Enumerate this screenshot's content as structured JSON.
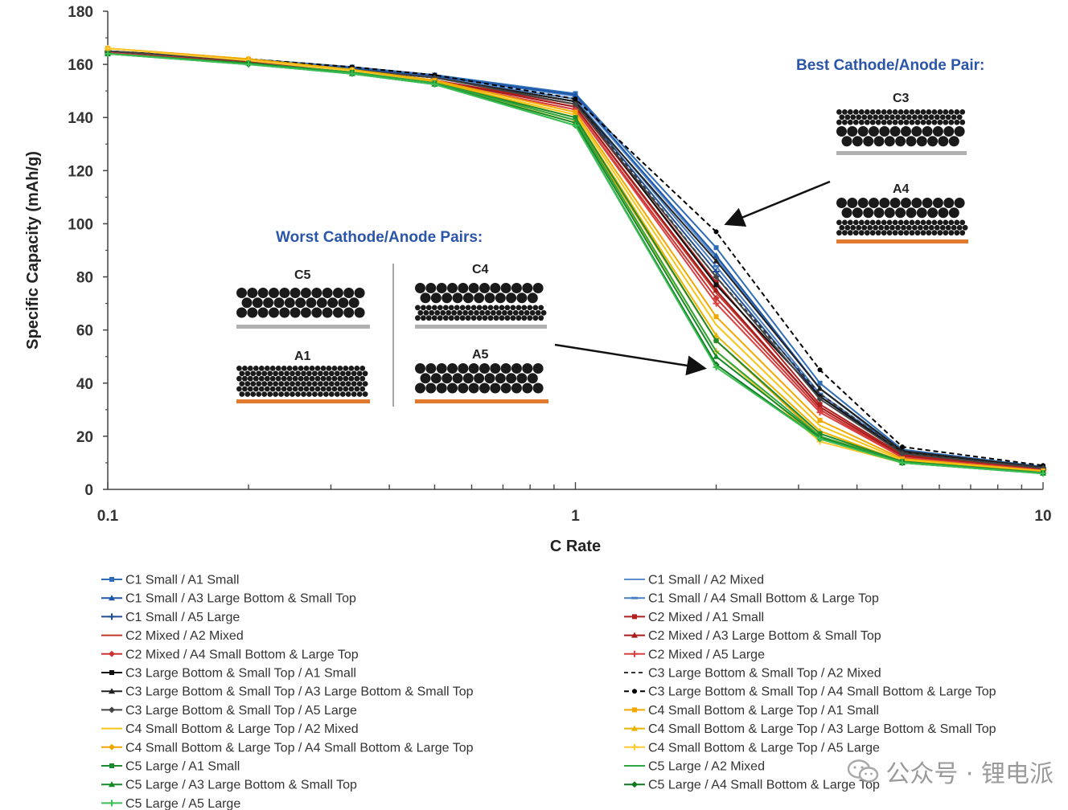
{
  "chart_data": {
    "type": "line",
    "xscale": "log",
    "xlim": [
      0.1,
      10
    ],
    "ylim": [
      0,
      180
    ],
    "xlabel": "C Rate",
    "ylabel": "Specific Capacity (mAh/g)",
    "xticks": [
      "0.1",
      "1",
      "10"
    ],
    "yticks": [
      "0",
      "20",
      "40",
      "60",
      "80",
      "100",
      "120",
      "140",
      "160",
      "180"
    ],
    "x": [
      0.1,
      0.2,
      0.333,
      0.5,
      1,
      2,
      3.333,
      5,
      10
    ],
    "series": [
      {
        "name": "C1 Small / A1 Small",
        "color": "#2e6db5",
        "dash": "",
        "marker": "square",
        "values": [
          165,
          162,
          159,
          156,
          149,
          91,
          40,
          15,
          8.5
        ]
      },
      {
        "name": "C1 Small / A2 Mixed",
        "color": "#5b8fd0",
        "dash": "",
        "marker": "none",
        "values": [
          165,
          162,
          158.5,
          155.5,
          148,
          87,
          38,
          14.5,
          8.2
        ]
      },
      {
        "name": "C1 Small / A3 Large Bottom & Small Top",
        "color": "#1f57a8",
        "dash": "",
        "marker": "triangle",
        "values": [
          165,
          161.5,
          158.5,
          155.5,
          148.5,
          88,
          38,
          14,
          8
        ]
      },
      {
        "name": "C1 Small / A4 Small Bottom & Large Top",
        "color": "#4a7fc6",
        "dash": "",
        "marker": "dash",
        "values": [
          165,
          161,
          158,
          155,
          147,
          84,
          36,
          14,
          8
        ]
      },
      {
        "name": "C1 Small / A5 Large",
        "color": "#1f4e95",
        "dash": "",
        "marker": "plus",
        "values": [
          164.5,
          161,
          158,
          155,
          146,
          82,
          35,
          13.5,
          8
        ]
      },
      {
        "name": "C2 Mixed / A1 Small",
        "color": "#b21f1f",
        "dash": "",
        "marker": "square",
        "values": [
          164.5,
          161,
          157.5,
          154,
          145,
          78,
          32,
          13,
          7.5
        ]
      },
      {
        "name": "C2 Mixed / A2 Mixed",
        "color": "#c0392b",
        "dash": "",
        "marker": "none",
        "values": [
          164.5,
          161,
          157.5,
          154,
          144,
          74,
          31,
          12.5,
          7.5
        ]
      },
      {
        "name": "C2 Mixed / A3 Large Bottom & Small Top",
        "color": "#a61c1c",
        "dash": "",
        "marker": "triangle",
        "values": [
          164.5,
          161,
          157.5,
          154,
          144,
          75,
          31,
          12.5,
          7.4
        ]
      },
      {
        "name": "C2 Mixed / A4 Small Bottom & Large Top",
        "color": "#cc3333",
        "dash": "",
        "marker": "diamond",
        "values": [
          164.5,
          160.5,
          157,
          153.5,
          143,
          72,
          30,
          12,
          7.3
        ]
      },
      {
        "name": "C2 Mixed / A5 Large",
        "color": "#d94040",
        "dash": "",
        "marker": "plus",
        "values": [
          164.5,
          160.5,
          157,
          153.5,
          143,
          70,
          29,
          12,
          7.2
        ]
      },
      {
        "name": "C3 Large Bottom & Small Top / A1 Small",
        "color": "#111111",
        "dash": "",
        "marker": "square",
        "values": [
          165,
          161.5,
          158,
          155,
          146,
          77,
          35,
          14,
          8
        ]
      },
      {
        "name": "C3 Large Bottom & Small Top / A2 Mixed",
        "color": "#333333",
        "dash": "5,4",
        "marker": "none",
        "values": [
          165,
          161.5,
          158,
          155,
          146,
          80,
          36,
          14,
          8
        ]
      },
      {
        "name": "C3 Large Bottom & Small Top / A3 Large Bottom & Small Top",
        "color": "#222222",
        "dash": "",
        "marker": "triangle",
        "values": [
          165,
          161.5,
          158,
          155,
          146,
          86,
          38,
          14.5,
          8.3
        ]
      },
      {
        "name": "C3 Large Bottom & Small Top / A4 Small Bottom & Large Top",
        "color": "#000000",
        "dash": "6,4",
        "marker": "circle",
        "values": [
          165,
          162,
          159,
          156,
          147,
          97,
          45,
          16,
          9
        ]
      },
      {
        "name": "C3 Large Bottom & Small Top / A5 Large",
        "color": "#444444",
        "dash": "",
        "marker": "diamond",
        "values": [
          165,
          161.5,
          158,
          155,
          145,
          80,
          34,
          13.5,
          8
        ]
      },
      {
        "name": "C4 Small Bottom & Large Top / A1 Small",
        "color": "#f2a800",
        "dash": "",
        "marker": "square",
        "values": [
          166,
          162,
          158,
          154,
          142,
          65,
          26,
          11.5,
          7
        ]
      },
      {
        "name": "C4 Small Bottom & Large Top / A2 Mixed",
        "color": "#f5c518",
        "dash": "",
        "marker": "none",
        "values": [
          166,
          162,
          158,
          153.5,
          141,
          62,
          24,
          11,
          6.8
        ]
      },
      {
        "name": "C4 Small Bottom & Large Top / A3 Large Bottom & Small Top",
        "color": "#e6b400",
        "dash": "",
        "marker": "triangle",
        "values": [
          166,
          162,
          158,
          153.5,
          140,
          58,
          22,
          10.5,
          6.6
        ]
      },
      {
        "name": "C4 Small Bottom & Large Top / A4 Small Bottom & Large Top",
        "color": "#f0a500",
        "dash": "",
        "marker": "diamond",
        "values": [
          166,
          162,
          157.5,
          153,
          139,
          56,
          20,
          10.5,
          6.5
        ]
      },
      {
        "name": "C4 Small Bottom & Large Top / A5 Large",
        "color": "#ffc933",
        "dash": "",
        "marker": "plus",
        "values": [
          166,
          161.5,
          157.5,
          153,
          138,
          52,
          18,
          10,
          6.4
        ]
      },
      {
        "name": "C5 Large / A1 Small",
        "color": "#1e8a2e",
        "dash": "",
        "marker": "square",
        "values": [
          164,
          160.5,
          157,
          153,
          140,
          56,
          21,
          10.5,
          6.3
        ]
      },
      {
        "name": "C5 Large / A2 Mixed",
        "color": "#2fa640",
        "dash": "",
        "marker": "none",
        "values": [
          164,
          160.5,
          157,
          153,
          139,
          52,
          20,
          10.2,
          6.2
        ]
      },
      {
        "name": "C5 Large / A3 Large Bottom & Small Top",
        "color": "#178a2a",
        "dash": "",
        "marker": "triangle",
        "values": [
          164,
          160.5,
          156.5,
          152.5,
          138,
          50,
          19.5,
          10,
          6.1
        ]
      },
      {
        "name": "C5 Large / A4 Small Bottom & Large Top",
        "color": "#0f7a22",
        "dash": "",
        "marker": "diamond",
        "values": [
          164,
          160,
          156.5,
          152.5,
          137,
          47,
          19,
          10,
          6
        ]
      },
      {
        "name": "C5 Large / A5 Large",
        "color": "#3cbf55",
        "dash": "",
        "marker": "plus",
        "values": [
          164,
          160,
          156.5,
          152.5,
          137,
          46,
          19,
          10,
          6
        ]
      }
    ],
    "annotations": {
      "best_title": "Best Cathode/Anode Pair:",
      "best_cathode": "C3",
      "best_anode": "A4",
      "worst_title": "Worst Cathode/Anode Pairs:",
      "worst_cathode_1": "C5",
      "worst_anode_1": "A1",
      "worst_cathode_2": "C4",
      "worst_anode_2": "A5"
    }
  },
  "watermark": {
    "text": "公众号 · 锂电派",
    "icon": "wechat-icon"
  }
}
